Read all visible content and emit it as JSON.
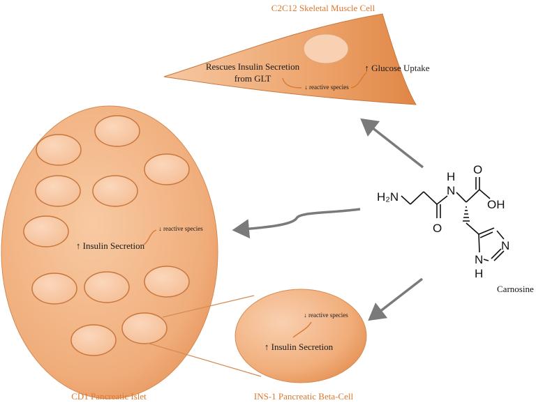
{
  "muscle_cell": {
    "caption": "C2C12 Skeletal Muscle Cell",
    "rescue_line1": "Rescues Insulin Secretion",
    "rescue_line2": "from GLT",
    "glucose": "↑ Glucose Uptake",
    "reactive": "↓ reactive species"
  },
  "islet": {
    "caption": "CD1 Pancreatic Islet",
    "insulin": "↑ Insulin Secretion",
    "reactive": "↓ reactive species"
  },
  "beta_cell": {
    "caption": "INS-1 Pancreatic Beta-Cell",
    "insulin": "↑ Insulin Secretion",
    "reactive": "↓ reactive species"
  },
  "molecule": {
    "name": "Carnosine",
    "amine": "H₂N",
    "amide_n": "N",
    "amide_h": "H",
    "carbonyl_o": "O",
    "acid_o": "O",
    "acid_oh": "OH",
    "ring_n": "N",
    "ring_nh_h": "H",
    "ring_nh_n": "N"
  },
  "colors": {
    "cell_light": "#f8ccab",
    "cell_dark": "#e08848",
    "outline": "#c8763c",
    "caption": "#d9782f",
    "arrow": "#7a7a7a"
  }
}
